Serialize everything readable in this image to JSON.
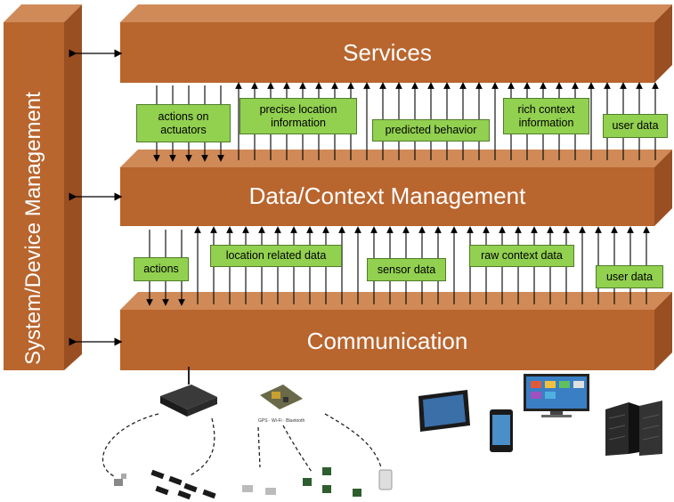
{
  "layers": {
    "services": "Services",
    "data_context": "Data/Context Management",
    "communication": "Communication",
    "system_device": "System/Device Management"
  },
  "upper_labels": {
    "actions_on_actuators": "actions on actuators",
    "precise_location": "precise location information",
    "predicted_behavior": "predicted behavior",
    "rich_context": "rich context information",
    "user_data": "user data"
  },
  "lower_labels": {
    "actions": "actions",
    "location_related": "location related data",
    "sensor_data": "sensor data",
    "raw_context": "raw context data",
    "user_data": "user data"
  },
  "colors": {
    "layer_front": "#b9652e",
    "layer_top": "#cf8a58",
    "layer_side": "#9a4f22",
    "label_fill": "#92d050"
  },
  "icons": [
    "wifi-router-icon",
    "sensor-board-icon",
    "tablet-icon",
    "smartphone-icon",
    "tv-icon",
    "server-icon",
    "sensor-node-icon",
    "camera-icon"
  ]
}
